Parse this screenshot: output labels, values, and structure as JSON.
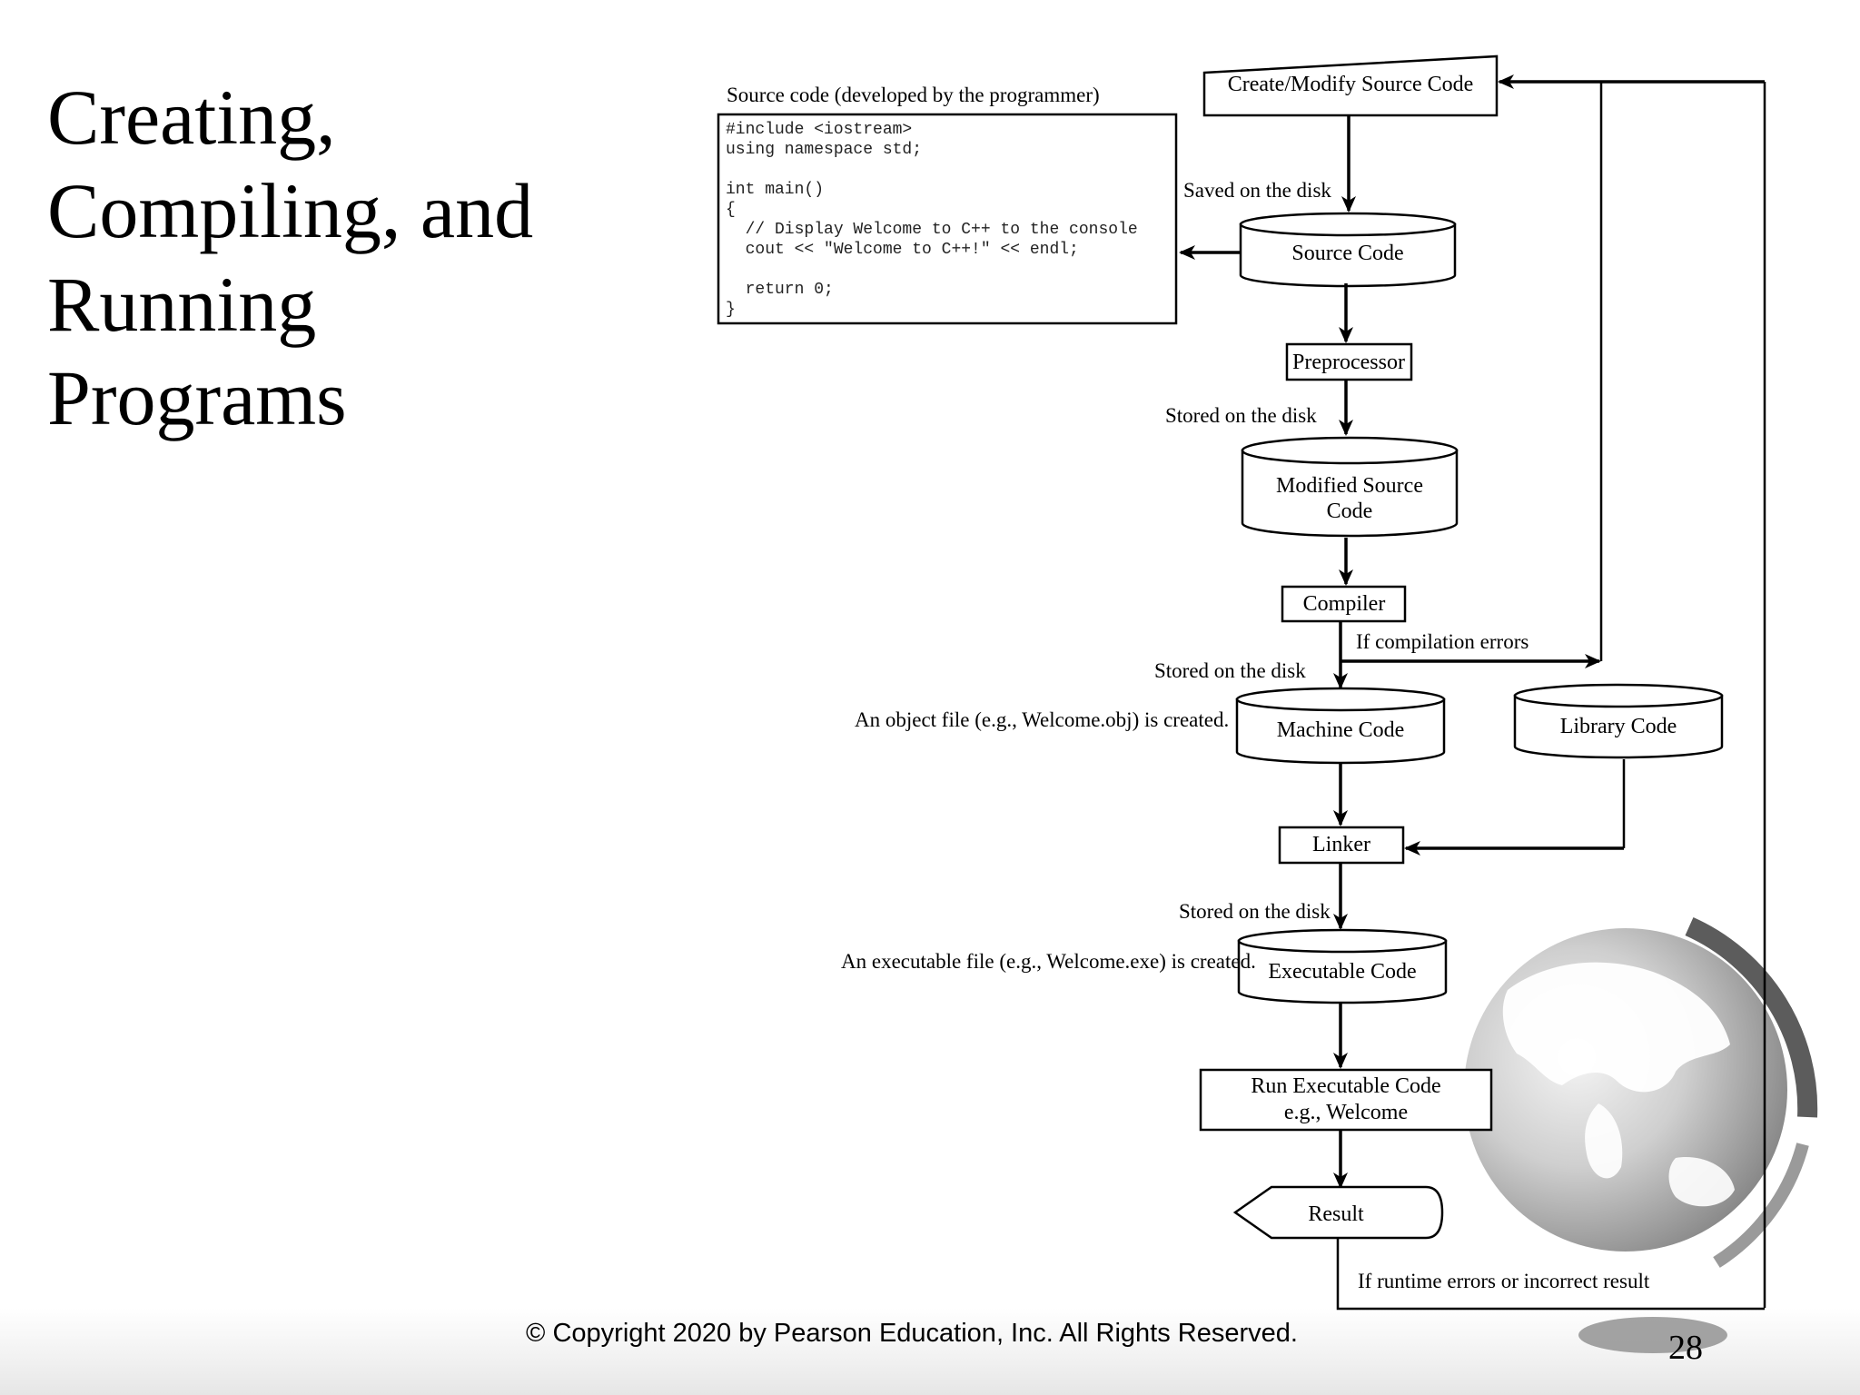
{
  "slide": {
    "title_lines": [
      "Creating,",
      "Compiling, and",
      "Running",
      "Programs"
    ],
    "footer": "© Copyright 2020 by Pearson Education, Inc. All Rights Reserved.",
    "page_number": "28"
  },
  "diagram": {
    "source_caption": "Source code (developed by the programmer)",
    "code_lines": [
      "#include <iostream>",
      "using namespace std;",
      "",
      "int main()",
      "{",
      "  // Display Welcome to C++ to the console",
      "  cout << \"Welcome to C++!\" << endl;",
      "",
      "  return 0;",
      "}"
    ],
    "nodes": {
      "create": "Create/Modify Source Code",
      "source_code": "Source Code",
      "preprocessor": "Preprocessor",
      "modified_source_1": "Modified Source",
      "modified_source_2": "Code",
      "compiler": "Compiler",
      "machine_code": "Machine Code",
      "library_code": "Library Code",
      "linker": "Linker",
      "executable_code": "Executable Code",
      "run_1": "Run Executable Code",
      "run_2": "e.g., Welcome",
      "result": "Result"
    },
    "labels": {
      "saved_on_disk": "Saved on the disk",
      "stored_after_preprocessor": "Stored on the disk",
      "stored_after_compiler": "Stored on the disk",
      "stored_after_linker": "Stored on the disk",
      "compilation_errors": "If compilation errors",
      "object_file": "An object file (e.g., Welcome.obj) is created.",
      "executable_file": "An executable file (e.g., Welcome.exe) is created.",
      "runtime_errors": "If runtime errors or incorrect result"
    }
  }
}
